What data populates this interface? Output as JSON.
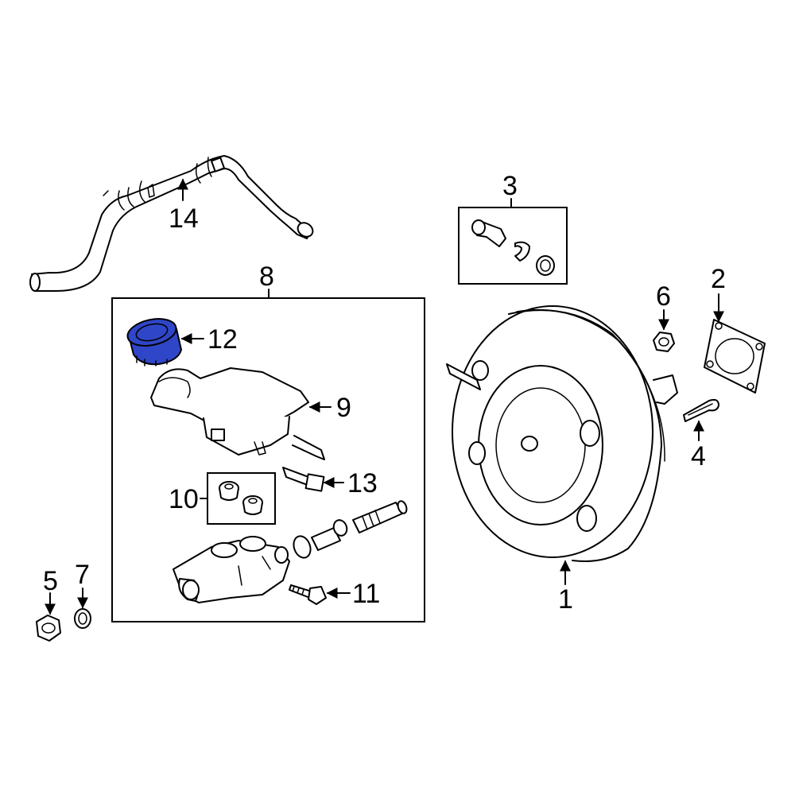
{
  "highlight_color": "#2f46c8",
  "callouts": {
    "p1": "1",
    "p2": "2",
    "p3": "3",
    "p4": "4",
    "p5": "5",
    "p6": "6",
    "p7": "7",
    "p8": "8",
    "p9": "9",
    "p10": "10",
    "p11": "11",
    "p12": "12",
    "p13": "13",
    "p14": "14"
  }
}
